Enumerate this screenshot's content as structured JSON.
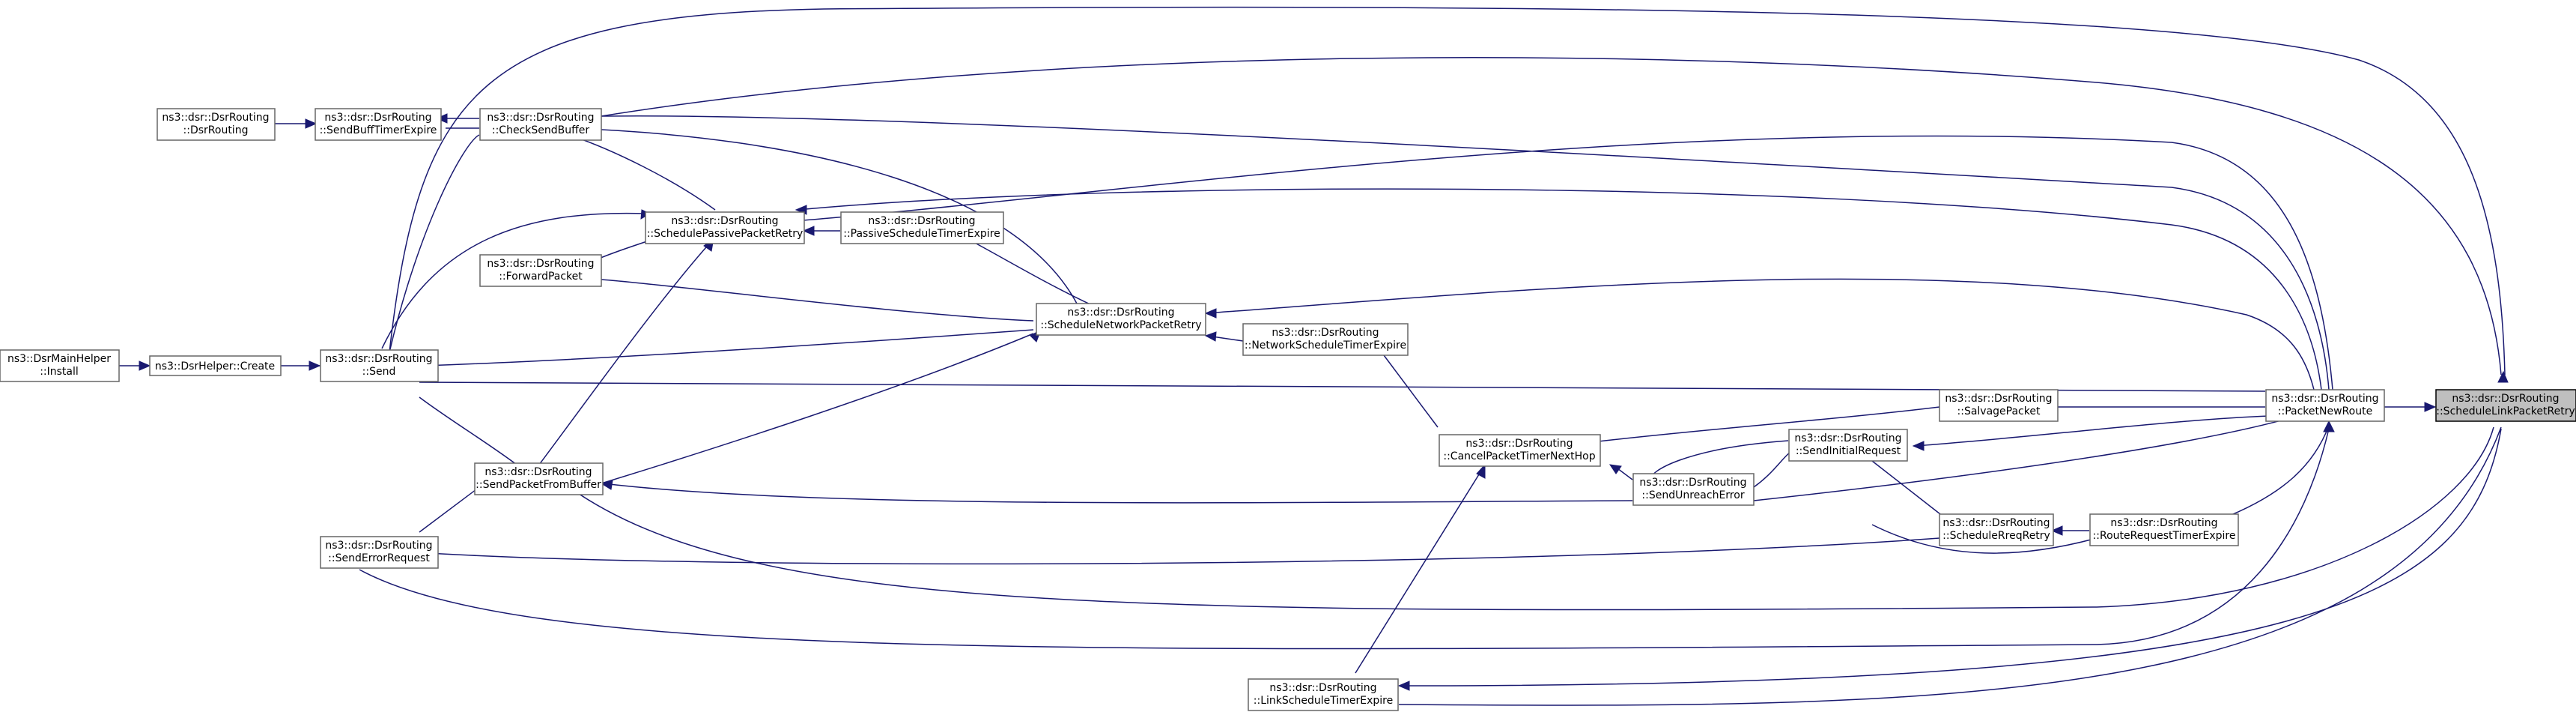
{
  "diagram": {
    "nodes": [
      {
        "id": "schedule-link-packet-retry",
        "line1": "ns3::dsr::DsrRouting",
        "line2": "::ScheduleLinkPacketRetry",
        "highlight": true
      },
      {
        "id": "packet-new-route",
        "line1": "ns3::dsr::DsrRouting",
        "line2": "::PacketNewRoute"
      },
      {
        "id": "salvage-packet",
        "line1": "ns3::dsr::DsrRouting",
        "line2": "::SalvagePacket"
      },
      {
        "id": "send-initial-request",
        "line1": "ns3::dsr::DsrRouting",
        "line2": "::SendInitialRequest"
      },
      {
        "id": "route-request-timer-expire",
        "line1": "ns3::dsr::DsrRouting",
        "line2": "::RouteRequestTimerExpire"
      },
      {
        "id": "schedule-rreq-retry",
        "line1": "ns3::dsr::DsrRouting",
        "line2": "::ScheduleRreqRetry"
      },
      {
        "id": "cancel-packet-timer-next-hop",
        "line1": "ns3::dsr::DsrRouting",
        "line2": "::CancelPacketTimerNextHop"
      },
      {
        "id": "send-unreach-error",
        "line1": "ns3::dsr::DsrRouting",
        "line2": "::SendUnreachError"
      },
      {
        "id": "link-schedule-timer-expire",
        "line1": "ns3::dsr::DsrRouting",
        "line2": "::LinkScheduleTimerExpire"
      },
      {
        "id": "network-schedule-timer-expire",
        "line1": "ns3::dsr::DsrRouting",
        "line2": "::NetworkScheduleTimerExpire"
      },
      {
        "id": "schedule-network-packet-retry",
        "line1": "ns3::dsr::DsrRouting",
        "line2": "::ScheduleNetworkPacketRetry"
      },
      {
        "id": "passive-schedule-timer-expire",
        "line1": "ns3::dsr::DsrRouting",
        "line2": "::PassiveScheduleTimerExpire"
      },
      {
        "id": "schedule-passive-packet-retry",
        "line1": "ns3::dsr::DsrRouting",
        "line2": "::SchedulePassivePacketRetry"
      },
      {
        "id": "check-send-buffer",
        "line1": "ns3::dsr::DsrRouting",
        "line2": "::CheckSendBuffer"
      },
      {
        "id": "send-buff-timer-expire",
        "line1": "ns3::dsr::DsrRouting",
        "line2": "::SendBuffTimerExpire"
      },
      {
        "id": "dsr-routing-ctor",
        "line1": "ns3::dsr::DsrRouting",
        "line2": "::DsrRouting"
      },
      {
        "id": "forward-packet",
        "line1": "ns3::dsr::DsrRouting",
        "line2": "::ForwardPacket"
      },
      {
        "id": "send",
        "line1": "ns3::dsr::DsrRouting",
        "line2": "::Send"
      },
      {
        "id": "dsr-helper-create",
        "line1": "ns3::DsrHelper::Create",
        "line2": ""
      },
      {
        "id": "dsr-main-helper-install",
        "line1": "ns3::DsrMainHelper",
        "line2": "::Install"
      },
      {
        "id": "send-packet-from-buffer",
        "line1": "ns3::dsr::DsrRouting",
        "line2": "::SendPacketFromBuffer"
      },
      {
        "id": "send-error-request",
        "line1": "ns3::dsr::DsrRouting",
        "line2": "::SendErrorRequest"
      }
    ]
  }
}
